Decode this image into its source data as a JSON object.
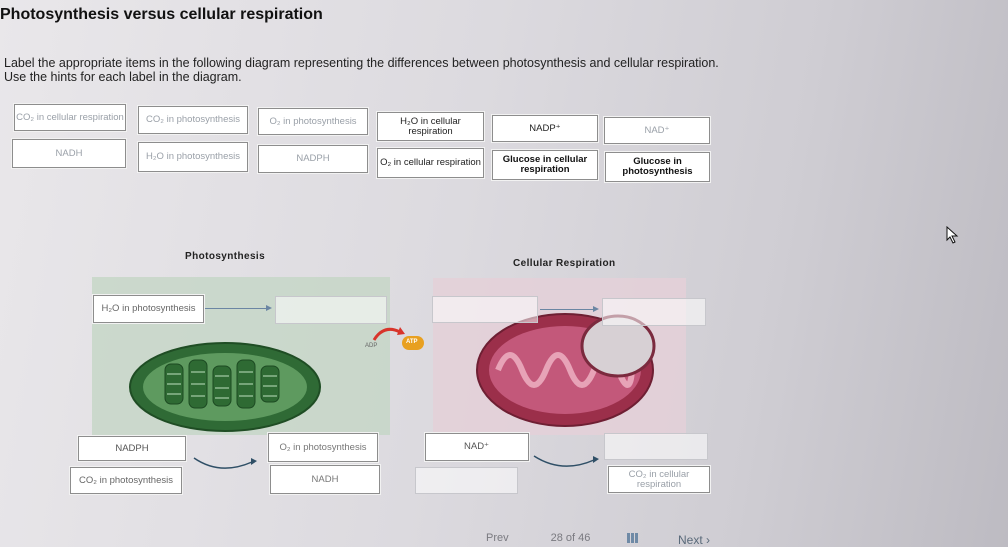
{
  "title": "Photosynthesis versus cellular respiration",
  "instructions": {
    "line1": "Label the appropriate items in the following diagram representing the differences between photosynthesis and cellular respiration.",
    "line2": "Use the hints for each label in the diagram."
  },
  "bank": {
    "r1": [
      "CO₂ in cellular respiration",
      "CO₂ in photosynthesis",
      "O₂ in photosynthesis",
      "H₂O in cellular respiration",
      "NADP⁺",
      "NAD⁺"
    ],
    "r2": [
      "NADH",
      "H₂O in photosynthesis",
      "NADPH",
      "O₂ in cellular respiration",
      "Glucose in cellular respiration",
      "Glucose in photosynthesis"
    ]
  },
  "diagram": {
    "photosynthesis_title": "Photosynthesis",
    "respiration_title": "Cellular Respiration",
    "adp": "ADP",
    "atp": "ATP",
    "placed": {
      "h2o_photo": "H₂O in photosynthesis",
      "nadph": "NADPH",
      "co2_photo": "CO₂ in photosynthesis",
      "o2_photo": "O₂ in photosynthesis",
      "nadh": "NADH",
      "nad": "NAD⁺",
      "co2_resp": "CO₂ in cellular respiration"
    }
  },
  "pager": {
    "prev": "Prev",
    "position": "28 of 46",
    "next": "Next"
  },
  "colors": {
    "chloroplast": "#3f7a45",
    "mitochondrion": "#a8364f",
    "photo_panel": "#bfd5c2",
    "resp_panel": "#e3c9d3"
  }
}
